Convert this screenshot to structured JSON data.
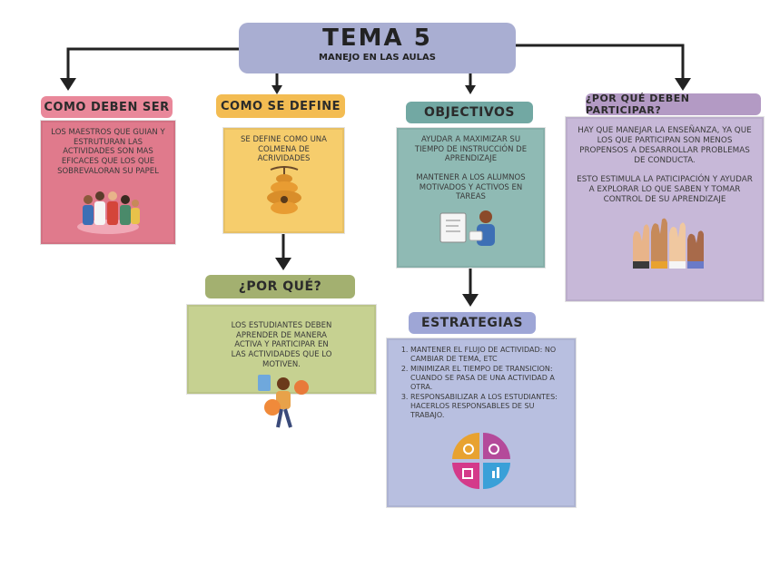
{
  "header": {
    "title": "TEMA 5",
    "subtitle": "MANEJO EN LAS AULAS"
  },
  "colors": {
    "header": "#a9aed2",
    "pink_label": "#e9889a",
    "pink_box": "#e07a8c",
    "yellow_label": "#f3bc52",
    "yellow_box": "#f6cd6c",
    "teal_label": "#72a8a3",
    "teal_box": "#8fbab4",
    "lavender_label": "#b39ac4",
    "lavender_box": "#c7b8d8",
    "green_label": "#a3b070",
    "green_box": "#c6d191",
    "blue_label": "#9ea6d6",
    "blue_box": "#b8bfe0"
  },
  "sections": {
    "como_deben_ser": {
      "label": "COMO DEBEN SER",
      "text": "LOS MAESTROS QUE GUIAN Y ESTRUTURAN LAS ACTIVIDADES SON MAS EFICACES QUE LOS QUE SOBREVALORAN SU PAPEL"
    },
    "como_se_define": {
      "label": "COMO SE DEFINE",
      "text": "SE DEFINE COMO UNA COLMENA DE ACRIVIDADES"
    },
    "porque": {
      "label": "¿POR QUÉ?",
      "text": "LOS ESTUDIANTES DEBEN APRENDER DE MANERA ACTIVA Y PARTICIPAR EN LAS ACTIVIDADES QUE LO MOTIVEN."
    },
    "objectivos": {
      "label": "OBJECTIVOS",
      "text1": "AYUDAR A MAXIMIZAR SU TIEMPO DE INSTRUCCIÓN DE APRENDIZAJE",
      "text2": "MANTENER A LOS ALUMNOS MOTIVADOS Y ACTIVOS EN TAREAS"
    },
    "estrategias": {
      "label": "ESTRATEGIAS",
      "items": [
        "MANTENER EL FLUJO DE ACTIVIDAD: NO CAMBIAR DE TEMA, ETC",
        "MINIMIZAR EL TIEMPO DE TRANSICION: CUANDO SE PASA DE UNA ACTIVIDAD A OTRA.",
        "RESPONSABILIZAR A LOS ESTUDIANTES: HACERLOS RESPONSABLES DE SU TRABAJO."
      ]
    },
    "por_que_participar": {
      "label": "¿POR QUÉ DEBEN PARTICIPAR?",
      "text1": "HAY QUE MANEJAR LA ENSEÑANZA, YA QUE LOS QUE PARTICIPAN SON MENOS PROPENSOS A DESARROLLAR PROBLEMAS DE CONDUCTA.",
      "text2": "ESTO ESTIMULA LA PATICIPACIÓN Y AYUDAR A EXPLORAR LO QUE SABEN Y TOMAR CONTROL DE SU APRENDIZAJE"
    }
  }
}
